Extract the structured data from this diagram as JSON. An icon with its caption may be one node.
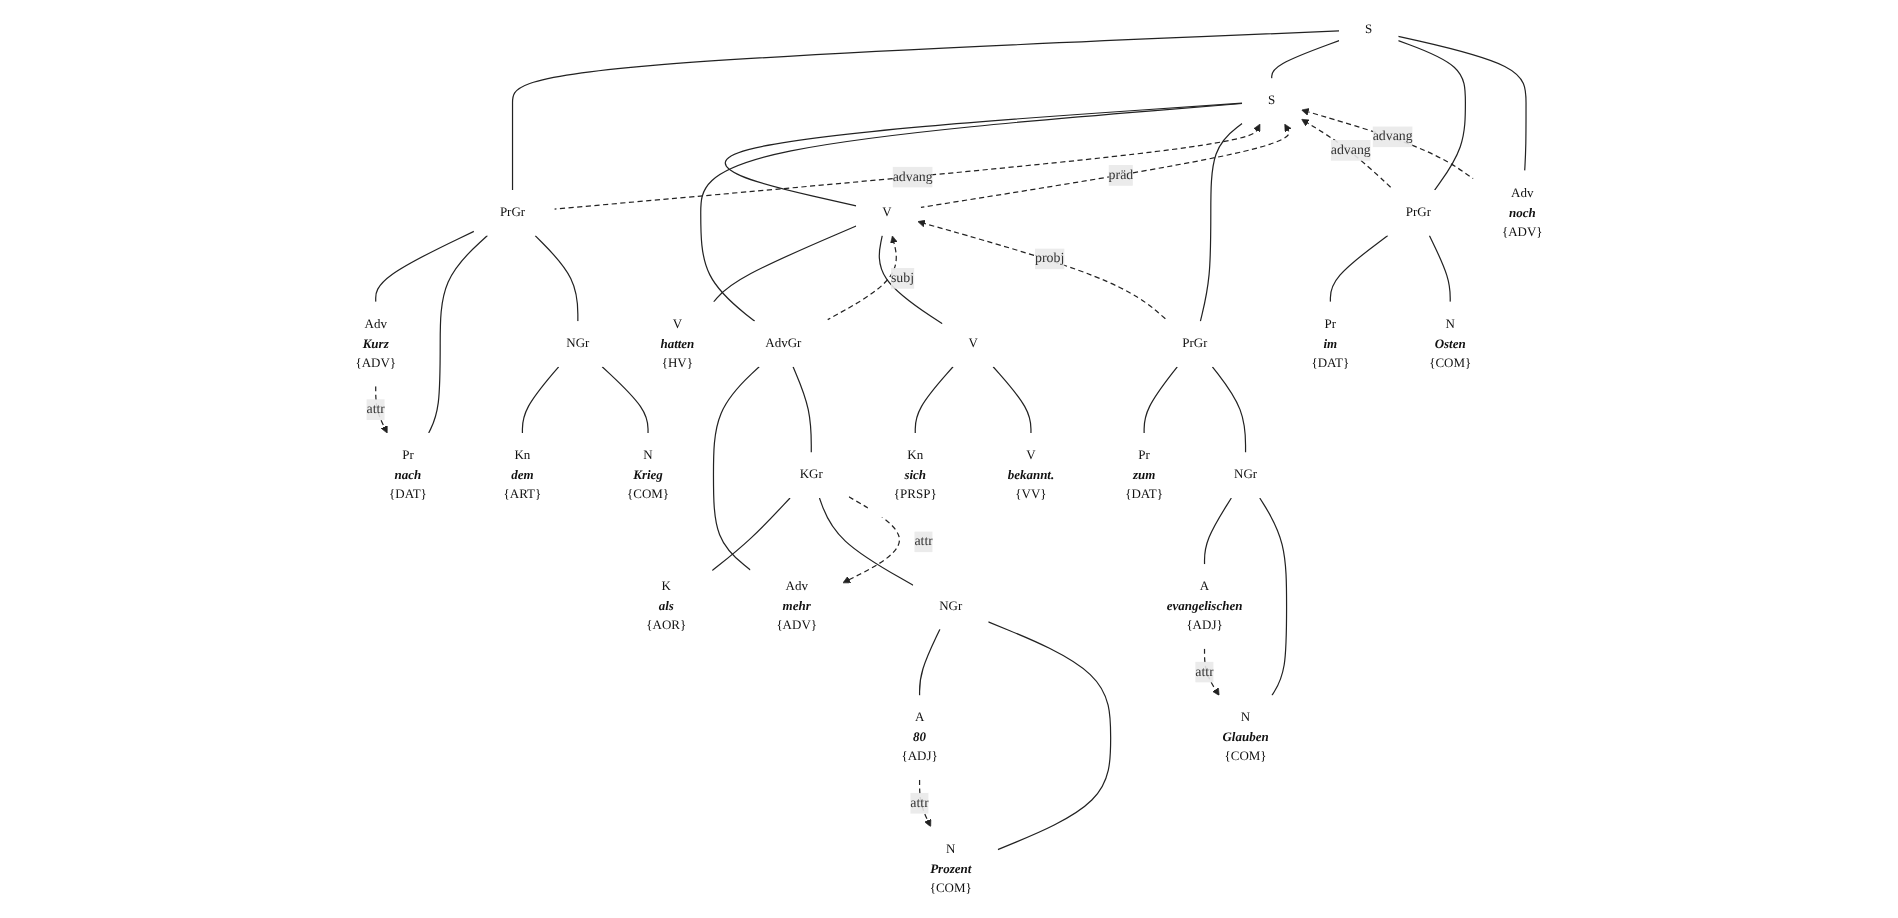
{
  "diagram": {
    "nodes": [
      {
        "text": [
          "S"
        ]
      },
      {
        "text": [
          "S"
        ]
      },
      {
        "text": [
          "V"
        ]
      },
      {
        "text": [
          "V"
        ]
      },
      {
        "text": [
          "AdvGr"
        ]
      },
      {
        "text": [
          "PrGr"
        ]
      },
      {
        "text": [
          "KGr"
        ]
      },
      {
        "text": [
          "PrGr"
        ]
      },
      {
        "text": [
          "NGr"
        ]
      },
      {
        "text": [
          "PrGr"
        ]
      },
      {
        "text": [
          "NGr"
        ]
      },
      {
        "text": [
          "NGr"
        ]
      },
      {
        "text": [
          "Adv",
          "Kurz",
          "{ADV}"
        ]
      },
      {
        "text": [
          "Pr",
          "nach",
          "{DAT}"
        ]
      },
      {
        "text": [
          "Kn",
          "dem",
          "{ART}"
        ]
      },
      {
        "text": [
          "N",
          "Krieg",
          "{COM}"
        ]
      },
      {
        "text": [
          "V",
          "hatten",
          "{HV}"
        ]
      },
      {
        "text": [
          "Kn",
          "sich",
          "{PRSP}"
        ]
      },
      {
        "text": [
          "Pr",
          "im",
          "{DAT}"
        ]
      },
      {
        "text": [
          "N",
          "Osten",
          "{COM}"
        ]
      },
      {
        "text": [
          "Adv",
          "noch",
          "{ADV}"
        ]
      },
      {
        "text": [
          "Adv",
          "mehr",
          "{ADV}"
        ]
      },
      {
        "text": [
          "K",
          "als",
          "{AOR}"
        ]
      },
      {
        "text": [
          "A",
          "80",
          "{ADJ}"
        ]
      },
      {
        "text": [
          "N",
          "Prozent",
          "{COM}"
        ]
      },
      {
        "text": [
          "Pr",
          "zum",
          "{DAT}"
        ]
      },
      {
        "text": [
          "A",
          "evangelischen",
          "{ADJ}"
        ]
      },
      {
        "text": [
          "N",
          "Glauben",
          "{COM}"
        ]
      },
      {
        "text": [
          "V",
          "bekannt.",
          "{VV}"
        ]
      }
    ],
    "edges": [
      {
        "from": 0,
        "to": 5,
        "arrow": "none"
      },
      {
        "from": 0,
        "to": 1,
        "arrow": "none"
      },
      {
        "from": 0,
        "to": 9,
        "arrow": "none"
      },
      {
        "from": 0,
        "to": 20,
        "arrow": "none"
      },
      {
        "from": 1,
        "to": 2,
        "arrow": "none"
      },
      {
        "from": 1,
        "to": 4,
        "arrow": "none"
      },
      {
        "from": 1,
        "to": 7,
        "arrow": "none"
      },
      {
        "from": 2,
        "to": 16,
        "arrow": "none"
      },
      {
        "from": 2,
        "to": 3,
        "arrow": "none"
      },
      {
        "from": 3,
        "to": 17,
        "arrow": "none"
      },
      {
        "from": 3,
        "to": 28,
        "arrow": "none"
      },
      {
        "from": 4,
        "to": 21,
        "arrow": "none"
      },
      {
        "from": 4,
        "to": 6,
        "arrow": "none"
      },
      {
        "from": 5,
        "to": 12,
        "arrow": "none"
      },
      {
        "from": 5,
        "to": 13,
        "arrow": "none"
      },
      {
        "from": 5,
        "to": 8,
        "arrow": "none"
      },
      {
        "from": 6,
        "to": 22,
        "arrow": "none"
      },
      {
        "from": 6,
        "to": 10,
        "arrow": "none"
      },
      {
        "from": 7,
        "to": 25,
        "arrow": "none"
      },
      {
        "from": 7,
        "to": 11,
        "arrow": "none"
      },
      {
        "from": 8,
        "to": 14,
        "arrow": "none"
      },
      {
        "from": 8,
        "to": 15,
        "arrow": "none"
      },
      {
        "from": 9,
        "to": 18,
        "arrow": "none"
      },
      {
        "from": 9,
        "to": 19,
        "arrow": "none"
      },
      {
        "from": 10,
        "to": 23,
        "arrow": "none"
      },
      {
        "from": 10,
        "to": 24,
        "arrow": "none"
      },
      {
        "from": 11,
        "to": 26,
        "arrow": "none"
      },
      {
        "from": 11,
        "to": 27,
        "arrow": "none"
      },
      {
        "from": 5,
        "to": 1,
        "arrow": "to",
        "style": "dashed",
        "label": "advang"
      },
      {
        "from": 2,
        "to": 1,
        "arrow": "to",
        "style": "dashed",
        "label": "präd"
      },
      {
        "from": 9,
        "to": 1,
        "arrow": "to",
        "style": "dashed",
        "label": "advang"
      },
      {
        "from": 20,
        "to": 1,
        "arrow": "to",
        "style": "dashed",
        "label": "advang"
      },
      {
        "from": 4,
        "to": 2,
        "arrow": "to",
        "style": "dashed",
        "label": "subj"
      },
      {
        "from": 7,
        "to": 2,
        "arrow": "to",
        "style": "dashed",
        "label": "probj"
      },
      {
        "from": 12,
        "to": 13,
        "arrow": "to",
        "style": "dashed",
        "label": "attr"
      },
      {
        "from": 6,
        "to": 21,
        "arrow": "to",
        "style": "dashed",
        "label": "attr"
      },
      {
        "from": 23,
        "to": 24,
        "arrow": "to",
        "style": "dashed",
        "label": "attr"
      },
      {
        "from": 26,
        "to": 27,
        "arrow": "to",
        "style": "dashed",
        "label": "attr"
      }
    ]
  }
}
